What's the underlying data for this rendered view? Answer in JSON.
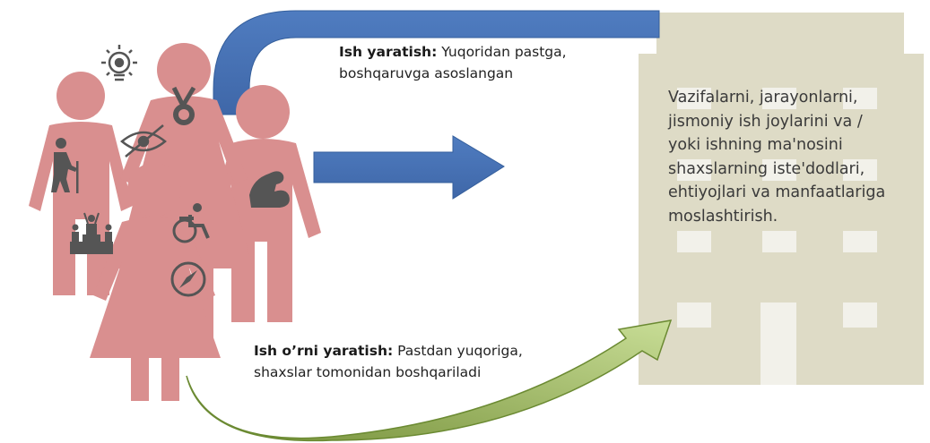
{
  "top_flow": {
    "title": "Ish yaratish:",
    "text": "Yuqoridan pastga, boshqaruvga asoslangan"
  },
  "bottom_flow": {
    "title": "Ish o’rni yaratish:",
    "text": "Pastdan yuqoriga, shaxslar tomonidan boshqariladi"
  },
  "building": {
    "text": "Vazifalarni, jarayonlarni, jismoniy ish joylarini va / yoki ishning ma'nosini shaxslarning iste'dodlari, ehtiyojlari va manfaatlariga moslashtirish."
  },
  "colors": {
    "figures": "#d98f8f",
    "building": "#dedbc6",
    "window": "#f2f1ea",
    "blue_arrow": "#4a75b8",
    "green_arrow": "#8aa84e",
    "icons": "#555555"
  },
  "icons": [
    "lightbulb-icon",
    "medal-icon",
    "eye-slash-icon",
    "elderly-walker-icon",
    "flexed-arm-icon",
    "podium-icon",
    "wheelchair-icon",
    "compass-icon"
  ]
}
